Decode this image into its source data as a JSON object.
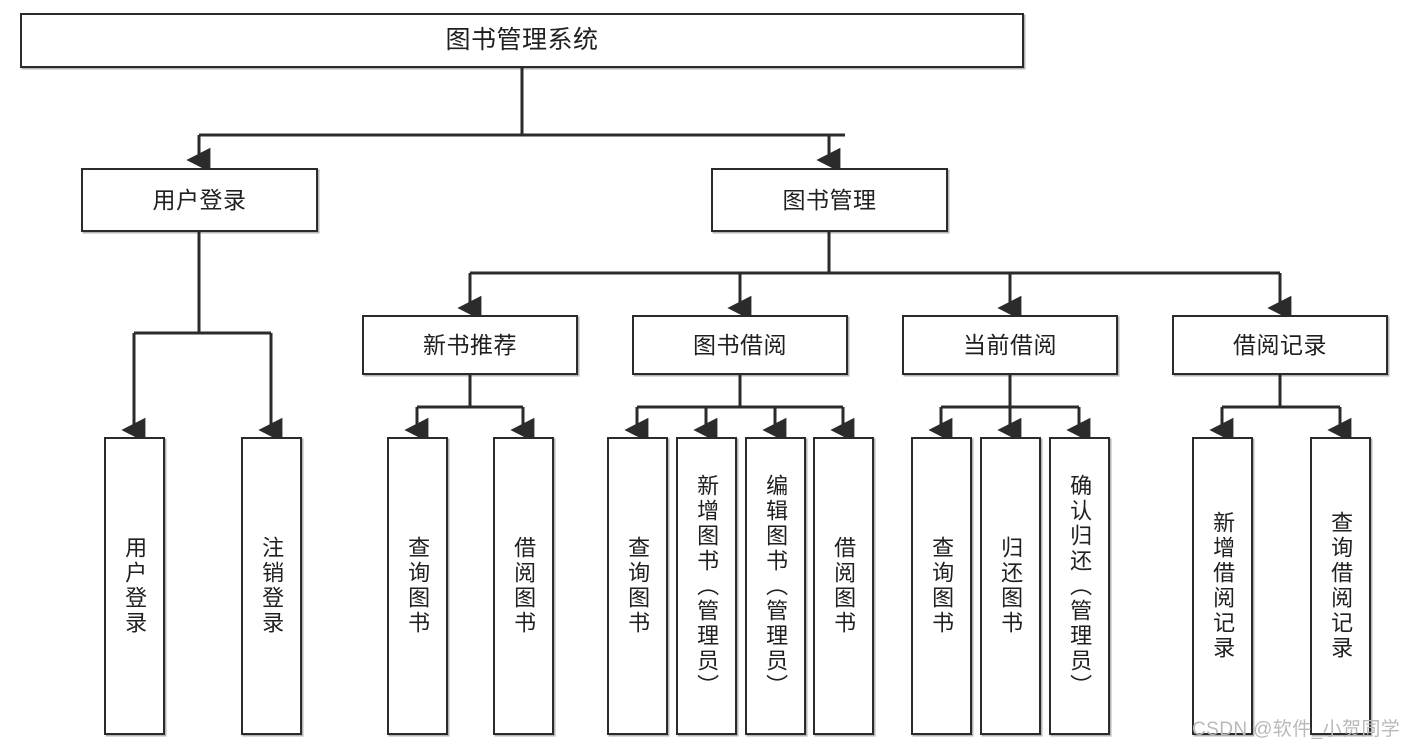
{
  "diagram": {
    "type": "tree-hierarchy",
    "title": "图书管理系统",
    "orientation": "top-down",
    "levels": 4,
    "colors": {
      "node_border": "#2b2b2b",
      "node_fill": "#ffffff",
      "edge": "#2b2b2b",
      "text": "#202020",
      "watermark": "#b9b9b9",
      "background": "#ffffff"
    }
  },
  "root": {
    "label": "图书管理系统"
  },
  "level2": [
    {
      "label": "用户登录"
    },
    {
      "label": "图书管理"
    }
  ],
  "level3": [
    {
      "label": "新书推荐"
    },
    {
      "label": "图书借阅"
    },
    {
      "label": "当前借阅"
    },
    {
      "label": "借阅记录"
    }
  ],
  "leaves": {
    "user_login": [
      {
        "label": "用户登录"
      },
      {
        "label": "注销登录"
      }
    ],
    "new_book_recommend": [
      {
        "label": "查询图书"
      },
      {
        "label": "借阅图书"
      }
    ],
    "book_borrow": [
      {
        "label": "查询图书"
      },
      {
        "label": "新增图书（管理员）"
      },
      {
        "label": "编辑图书（管理员）"
      },
      {
        "label": "借阅图书"
      }
    ],
    "current_borrow": [
      {
        "label": "查询图书"
      },
      {
        "label": "归还图书"
      },
      {
        "label": "确认归还（管理员）"
      }
    ],
    "borrow_records": [
      {
        "label": "新增借阅记录"
      },
      {
        "label": "查询借阅记录"
      }
    ]
  },
  "watermark": {
    "text": "CSDN @软件_小贺同学"
  }
}
